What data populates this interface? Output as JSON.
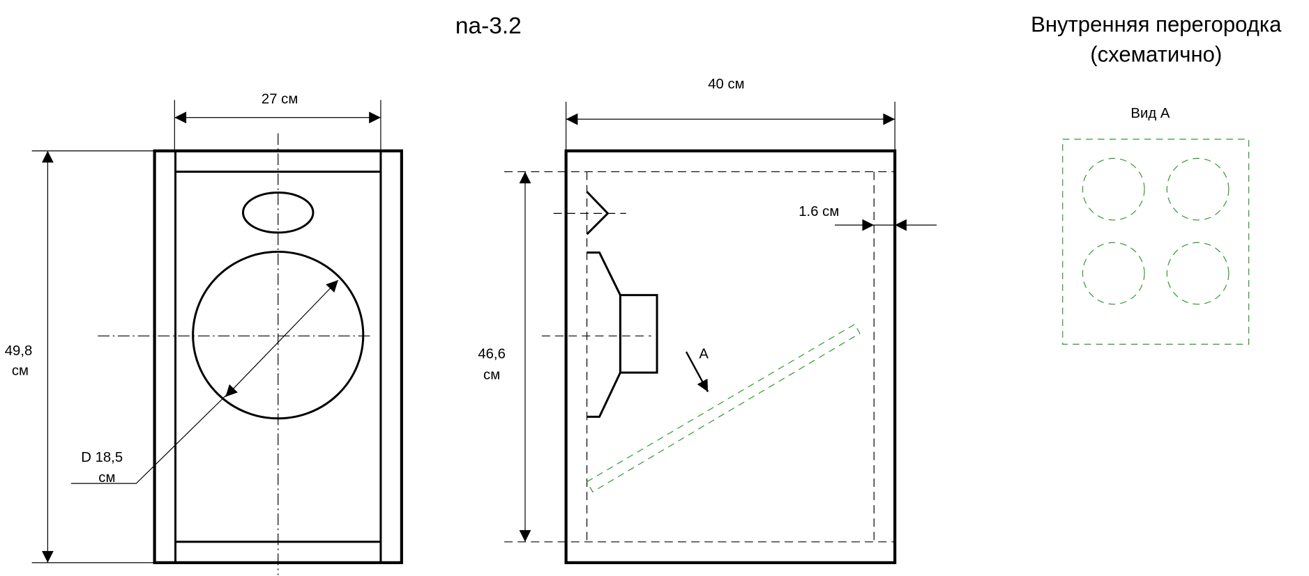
{
  "title": "na-3.2",
  "partition": {
    "title_line1": "Внутренняя перегородка",
    "title_line2": "(схематично)",
    "view_label": "Вид А"
  },
  "front_view": {
    "width_label": "27 см",
    "height_value": "49,8",
    "height_unit": "см",
    "diameter_value": "D 18,5",
    "diameter_unit": "см"
  },
  "side_view": {
    "width_label": "40 см",
    "height_value": "46,6",
    "height_unit": "см",
    "wall_label": "1.6 см",
    "view_marker": "A"
  },
  "colors": {
    "line": "#000000",
    "partition": "#2a9a2a"
  }
}
